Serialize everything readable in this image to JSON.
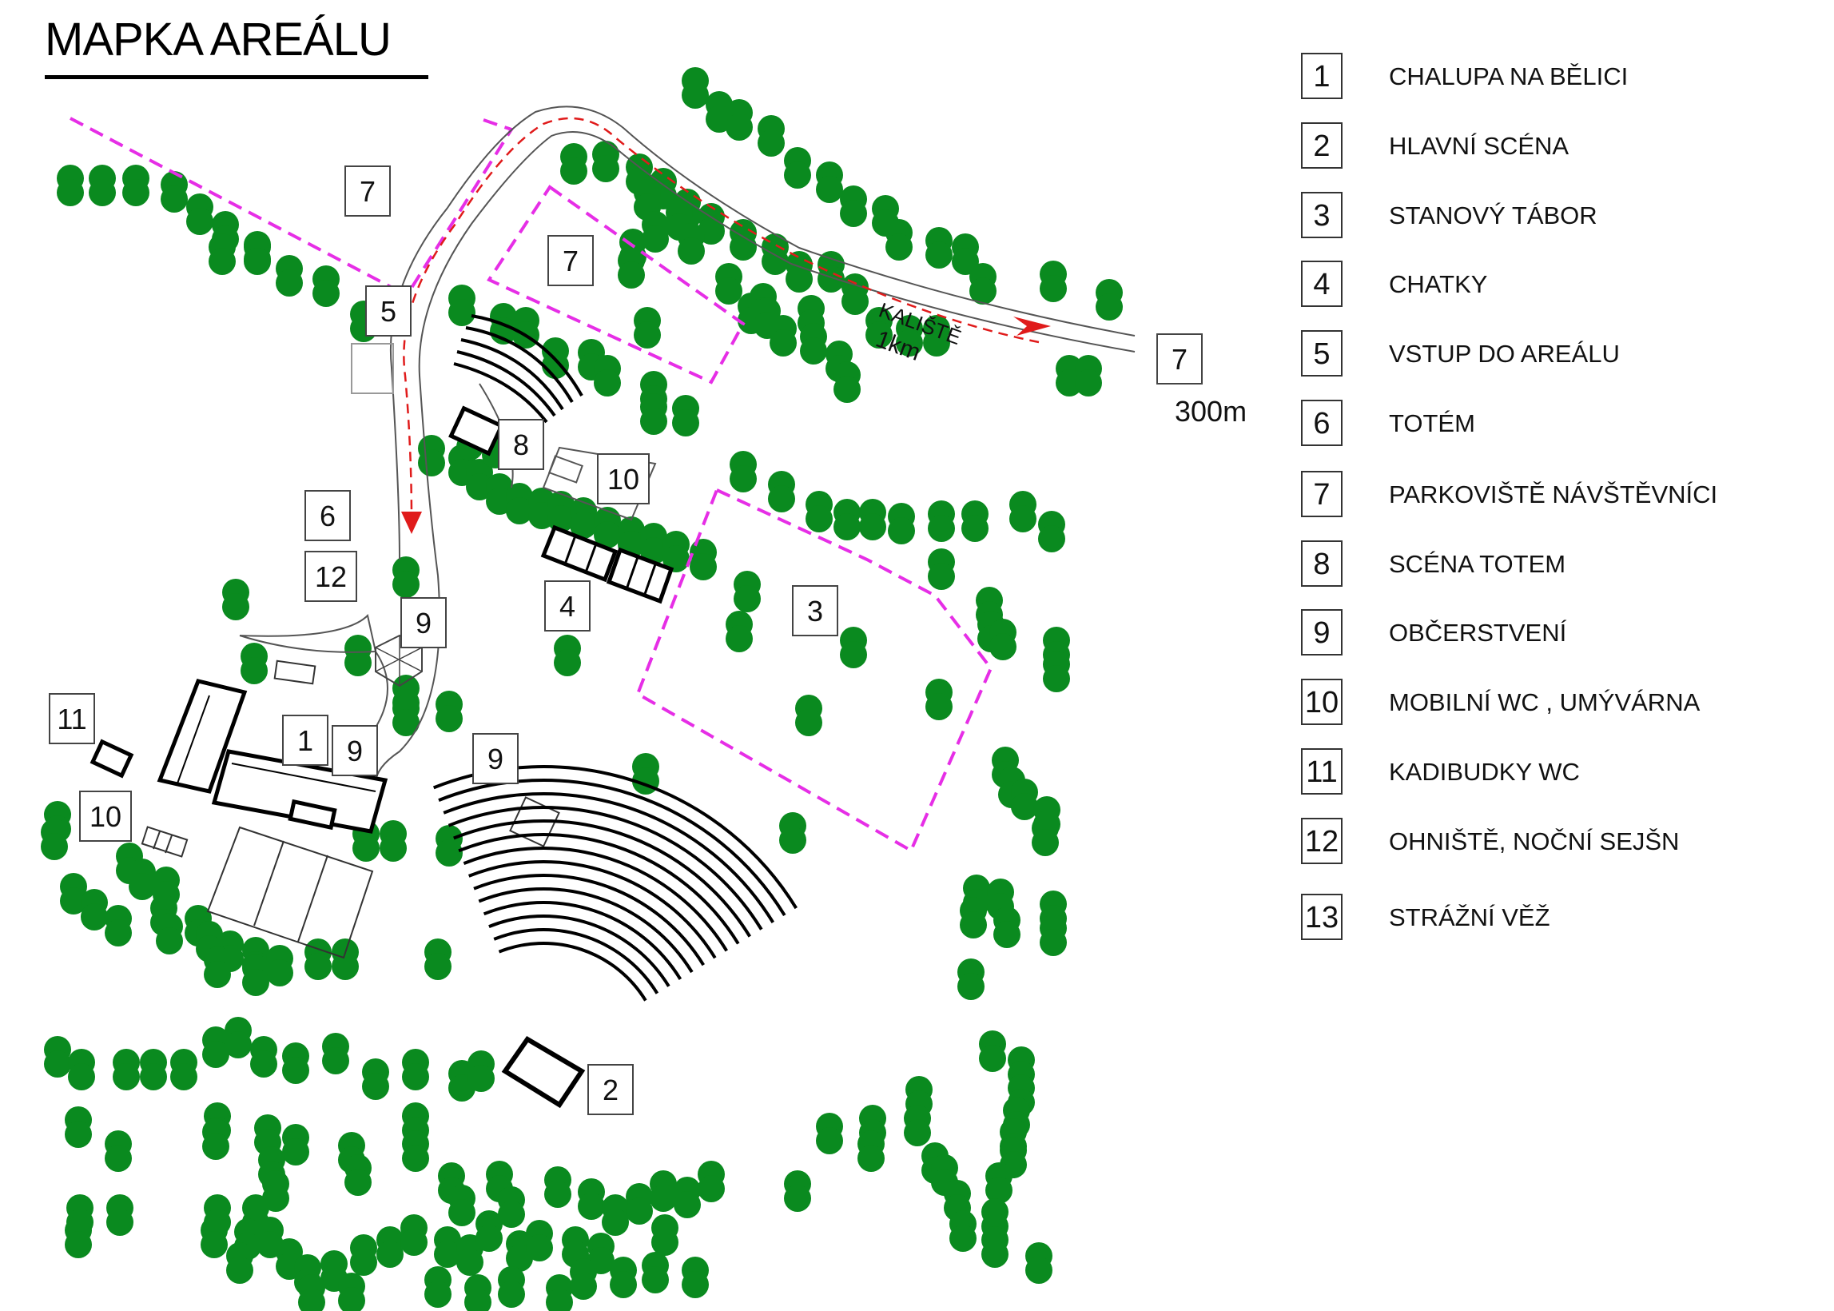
{
  "title": "MAPKA AREÁLU",
  "colors": {
    "tree": "#0a8a1f",
    "zone": "#e62ee6",
    "route": "#e01b1b",
    "line": "#000000"
  },
  "legend": [
    {
      "num": "1",
      "label": "CHALUPA NA BĚLICI"
    },
    {
      "num": "2",
      "label": "HLAVNÍ SCÉNA"
    },
    {
      "num": "3",
      "label": "STANOVÝ TÁBOR"
    },
    {
      "num": "4",
      "label": "CHATKY"
    },
    {
      "num": "5",
      "label": "VSTUP DO AREÁLU"
    },
    {
      "num": "6",
      "label": "TOTÉM"
    },
    {
      "num": "7",
      "label": "PARKOVIŠTĚ NÁVŠTĚVNÍCI"
    },
    {
      "num": "8",
      "label": "SCÉNA TOTEM"
    },
    {
      "num": "9",
      "label": "OBČERSTVENÍ"
    },
    {
      "num": "10",
      "label": "MOBILNÍ WC , UMÝVÁRNA"
    },
    {
      "num": "11",
      "label": "KADIBUDKY WC"
    },
    {
      "num": "12",
      "label": "OHNIŠTĚ, NOČNÍ SEJŠN"
    },
    {
      "num": "13",
      "label": "STRÁŽNÍ VĚŽ"
    }
  ],
  "map": {
    "road_label": "KALIŠTĚ",
    "road_distance": "1km",
    "parking_distance": "300m",
    "markers": {
      "parking_a": "7",
      "parking_b": "7",
      "parking_c": "7",
      "entrance": "5",
      "totem": "6",
      "fire": "12",
      "refresh_a": "9",
      "refresh_b": "9",
      "refresh_c": "9",
      "scene_totem": "8",
      "wc_a": "10",
      "wc_b": "10",
      "cabins": "4",
      "camp": "3",
      "chalupa": "1",
      "kadibudky": "11",
      "main_stage": "2"
    }
  }
}
